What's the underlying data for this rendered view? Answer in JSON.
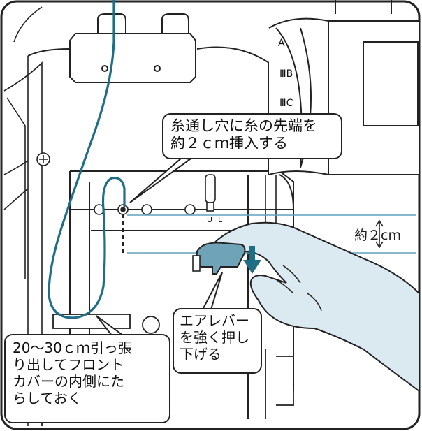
{
  "dial": {
    "labels": [
      "A",
      "ⅢB",
      "ⅢC"
    ]
  },
  "panel": {
    "marks": [
      "U",
      "L"
    ]
  },
  "callouts": {
    "insert": {
      "lines": [
        "糸通し穴に糸の先端を",
        "約２ｃｍ挿入する"
      ]
    },
    "lever": {
      "lines": [
        "エアレバー",
        "を強く押し",
        "下げる"
      ]
    },
    "pull": {
      "lines": [
        "20〜30ｃｍ引っ張",
        "り出してフロント",
        "カバーの内側にた",
        "らしておく"
      ]
    }
  },
  "measurement": {
    "value": "約２cm"
  },
  "colors": {
    "thread": "#1f6e86",
    "lever": "#6fa3b8",
    "hand": "#dbe9f1",
    "guide_line": "#5fa0c0",
    "outline": "#222222"
  }
}
